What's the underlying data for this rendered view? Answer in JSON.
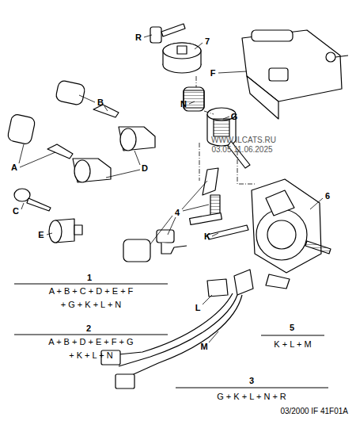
{
  "diagram": {
    "labels": [
      "R",
      "7",
      "F",
      "N",
      "G",
      "B",
      "A",
      "D",
      "C",
      "E",
      "4",
      "K",
      "6",
      "L",
      "M",
      "1",
      "A + B + C + D + E + F",
      "+ G + K + L + N",
      "2",
      "A + B + D + E + F + G",
      "+ K + L + N",
      "5",
      "K + L + M",
      "3",
      "G + K + L + N + R",
      "WWW.ILCATS.RU",
      "03.05 11.06.2025",
      "03/2000  IF 41F01A"
    ]
  }
}
